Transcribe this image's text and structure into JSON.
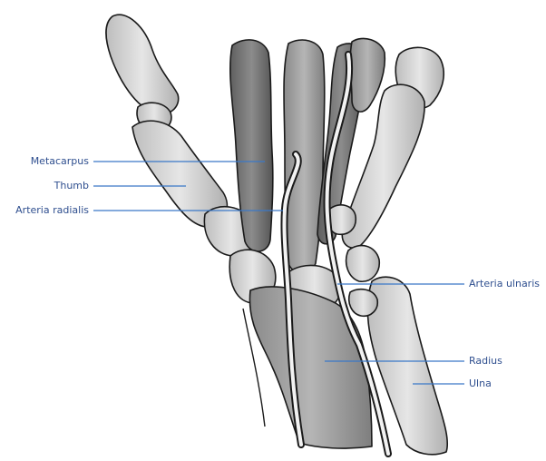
{
  "labels": {
    "metacarpus": "Metacarpus",
    "thumb": "Thumb",
    "arteria_radialis": "Arteria radialis",
    "arteria_ulnaris": "Arteria ulnaris",
    "radius": "Radius",
    "ulna": "Ulna"
  },
  "colors": {
    "label_text": "#2f4f8f",
    "leader_line": "#3a78c8",
    "bone_light": "#d8d8d8",
    "bone_mid": "#a9a9a9",
    "bone_dark": "#707070",
    "outline": "#1a1a1a",
    "artery": "#f2f2f2"
  }
}
